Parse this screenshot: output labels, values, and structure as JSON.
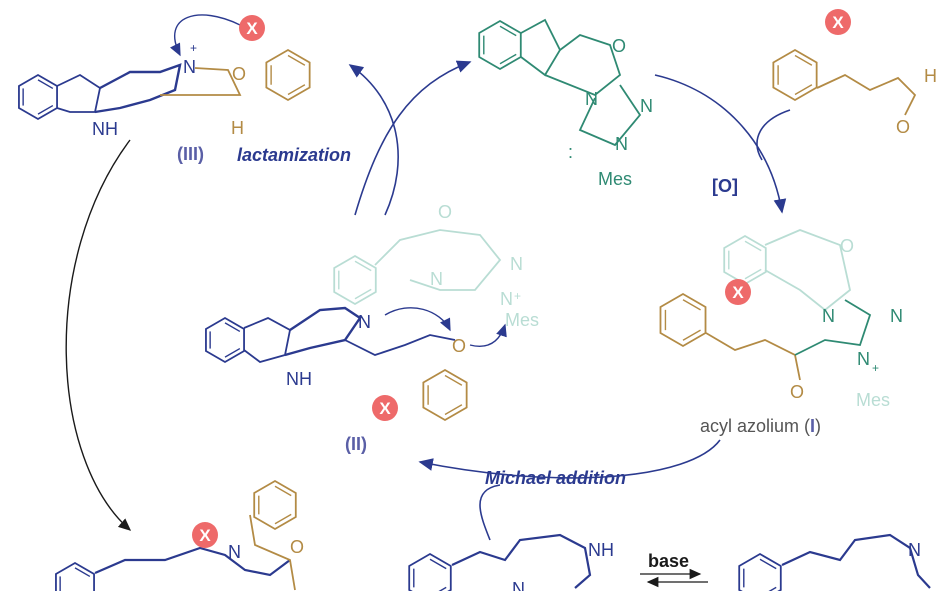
{
  "colors": {
    "blue": "#2b3a8f",
    "gold": "#b38b45",
    "teal": "#2f8a73",
    "light_teal": "#b9ddd4",
    "x_red": "#ee6a6a",
    "black": "#1a1a1a"
  },
  "intermediate_III": {
    "x": "X",
    "n_plus": "N",
    "plus": "+",
    "o": "O",
    "h": "H",
    "nh": "NH",
    "label": "(III)"
  },
  "step_lactamization": "lactamization",
  "nhc_catalyst": {
    "o": "O",
    "n1": "N",
    "n2": "N",
    "n3": "N",
    "colon": ":",
    "mes": "Mes"
  },
  "aldehyde": {
    "x": "X",
    "h": "H",
    "o": "O"
  },
  "step_oxidation": "[O]",
  "acyl_azolium": {
    "x": "X",
    "o": "O",
    "o2": "O",
    "n1": "N",
    "n2": "N",
    "n3": "N",
    "plus": "+",
    "mes": "Mes",
    "label_prefix": "acyl azolium (",
    "label_roman": "I",
    "label_suffix": ")"
  },
  "intermediate_II": {
    "n": "N",
    "nh": "NH",
    "x": "X",
    "o": "O",
    "o2": "O",
    "n1": "N",
    "n2": "N",
    "n3": "N",
    "plus": "+",
    "mes": "Mes",
    "label": "(II)"
  },
  "step_michael": "Michael addition",
  "substrate": {
    "nh": "NH",
    "n": "N",
    "n2": "N",
    "base": "base"
  },
  "product": {
    "x": "X",
    "n": "N",
    "o": "O"
  }
}
